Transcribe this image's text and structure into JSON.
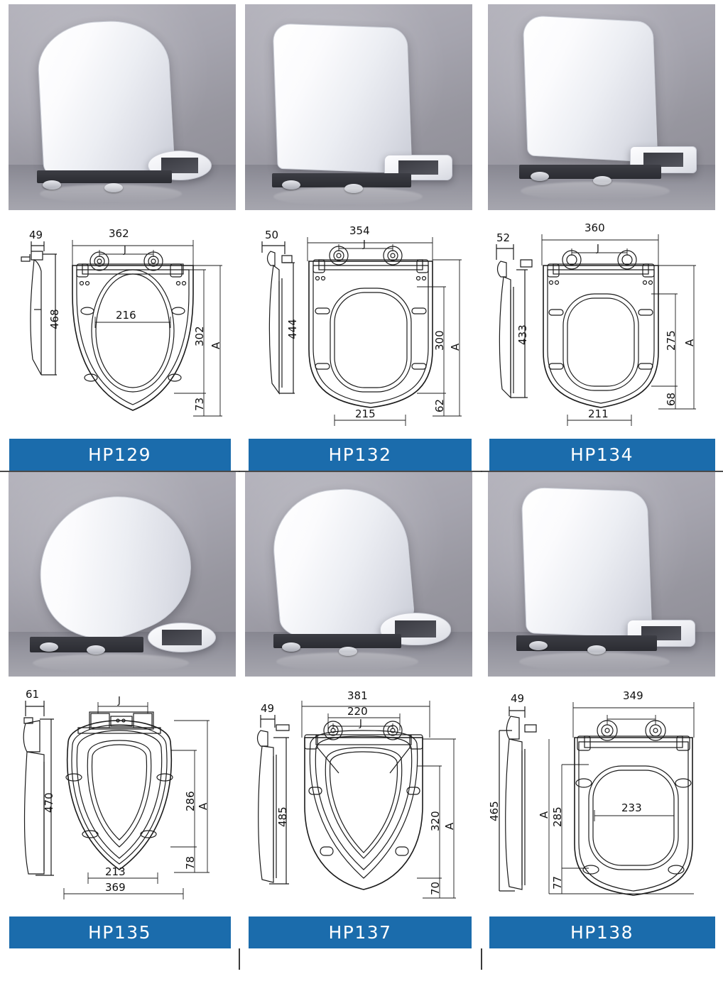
{
  "catalog": {
    "title": "Toilet Seat Product Specification Grid",
    "accent_color": "#1b6cac",
    "label_text_color": "#ffffff",
    "photo_bg_color": "#a5a4ae"
  },
  "products": [
    {
      "id": "HP129",
      "label": "HP129",
      "photo_alt": "white-d-shape-toilet-seat",
      "shape": "d-shape",
      "dimensions": {
        "side_thickness": "49",
        "overall_width": "362",
        "hinge_span": "J",
        "side_length": "468",
        "inner_width": "216",
        "inner_length": "302",
        "overall_length_label": "A",
        "rear_offset": "73"
      }
    },
    {
      "id": "HP132",
      "label": "HP132",
      "photo_alt": "white-square-toilet-seat",
      "shape": "square",
      "dimensions": {
        "side_thickness": "50",
        "overall_width": "354",
        "hinge_span": "J",
        "side_length": "444",
        "inner_length": "300",
        "overall_length_label": "A",
        "rear_offset": "62",
        "bottom_width": "215"
      }
    },
    {
      "id": "HP134",
      "label": "HP134",
      "photo_alt": "white-u-shape-toilet-seat",
      "shape": "u-shape",
      "dimensions": {
        "side_thickness": "52",
        "overall_width": "360",
        "hinge_span": "J",
        "side_length": "433",
        "inner_length": "275",
        "overall_length_label": "A",
        "rear_offset": "68",
        "bottom_width": "211"
      }
    },
    {
      "id": "HP135",
      "label": "HP135",
      "photo_alt": "white-oval-toilet-seat",
      "shape": "oval",
      "dimensions": {
        "side_thickness": "61",
        "hinge_span": "J",
        "side_length": "470",
        "inner_length": "286",
        "overall_length_label": "A",
        "rear_offset": "78",
        "inner_width": "213",
        "overall_width": "369"
      }
    },
    {
      "id": "HP137",
      "label": "HP137",
      "photo_alt": "white-v-shape-toilet-seat",
      "shape": "v-shape",
      "dimensions": {
        "side_thickness": "49",
        "overall_width": "381",
        "hinge_outer": "220",
        "hinge_span": "J",
        "side_length": "485",
        "inner_length": "320",
        "overall_length_label": "A",
        "rear_offset": "70"
      }
    },
    {
      "id": "HP138",
      "label": "HP138",
      "photo_alt": "white-square-slim-toilet-seat",
      "shape": "square-slim",
      "dimensions": {
        "side_thickness": "49",
        "overall_width": "349",
        "side_length": "465",
        "overall_length_label": "A",
        "inner_length": "285",
        "inner_width": "233",
        "rear_offset": "77"
      }
    }
  ]
}
